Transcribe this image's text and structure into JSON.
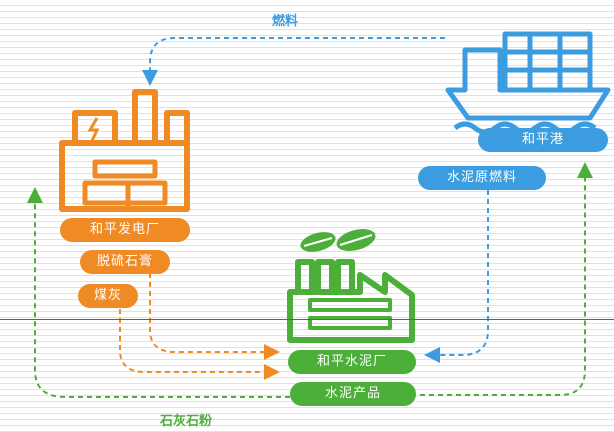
{
  "labels": {
    "fuel": "燃料",
    "limestone_powder": "石灰石粉"
  },
  "pills": {
    "power_plant": "和平发电厂",
    "desulfurized_gypsum": "脱硫石膏",
    "fly_ash": "煤灰",
    "port": "和平港",
    "cement_as_fuel": "水泥原燃料",
    "cement_plant": "和平水泥厂",
    "cement_products": "水泥产品"
  },
  "colors": {
    "orange": "#f08a24",
    "green": "#4caf3a",
    "blue": "#3b9de0"
  }
}
